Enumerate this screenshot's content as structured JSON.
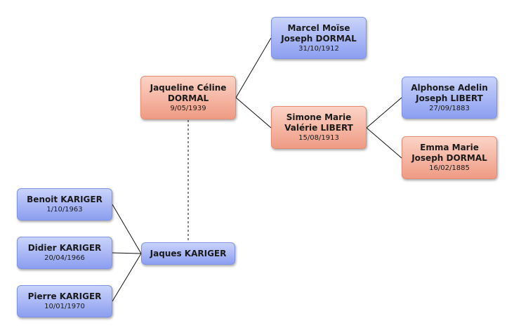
{
  "persons": {
    "marcel": {
      "line1": "Marcel Moïse",
      "line2": "Joseph DORMAL",
      "date": "31/10/1912",
      "gender": "male"
    },
    "jaqueline": {
      "line1": "Jaqueline Céline",
      "line2": "DORMAL",
      "date": "9/05/1939",
      "gender": "female"
    },
    "simone": {
      "line1": "Simone Marie",
      "line2": "Valérie LIBERT",
      "date": "15/08/1913",
      "gender": "female"
    },
    "alphonse": {
      "line1": "Alphonse Adelin",
      "line2": "Joseph LIBERT",
      "date": "27/09/1883",
      "gender": "male"
    },
    "emma": {
      "line1": "Emma Marie",
      "line2": "Joseph DORMAL",
      "date": "16/02/1885",
      "gender": "female"
    },
    "benoit": {
      "line1": "Benoit KARIGER",
      "date": "1/10/1963",
      "gender": "male"
    },
    "didier": {
      "line1": "Didier KARIGER",
      "date": "20/04/1966",
      "gender": "male"
    },
    "pierre": {
      "line1": "Pierre KARIGER",
      "date": "10/01/1970",
      "gender": "male"
    },
    "jaques": {
      "line1": "Jaques KARIGER",
      "gender": "male"
    }
  },
  "colors": {
    "male": "#8c9ef0",
    "female": "#ef9b84",
    "link": "#111111",
    "spouse_link": "#444444"
  }
}
